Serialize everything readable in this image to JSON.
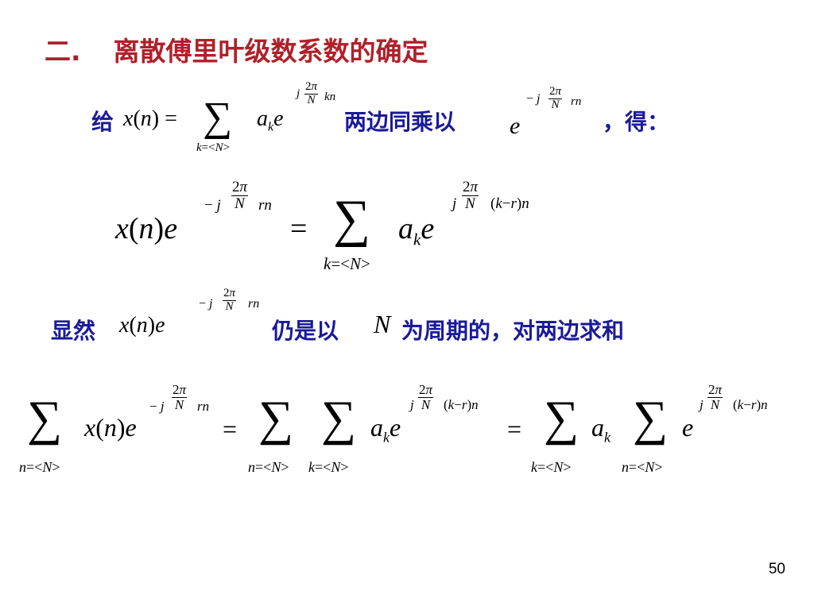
{
  "title": {
    "number": "二.",
    "text": "离散傅里叶级数系数的确定"
  },
  "line1": {
    "given": "给",
    "multiply": "两边同乘以",
    "get": "，得："
  },
  "line3": {
    "obviously": "显然",
    "still": "仍是以",
    "rest": "为周期的，对两边求和"
  },
  "page_number": "50"
}
